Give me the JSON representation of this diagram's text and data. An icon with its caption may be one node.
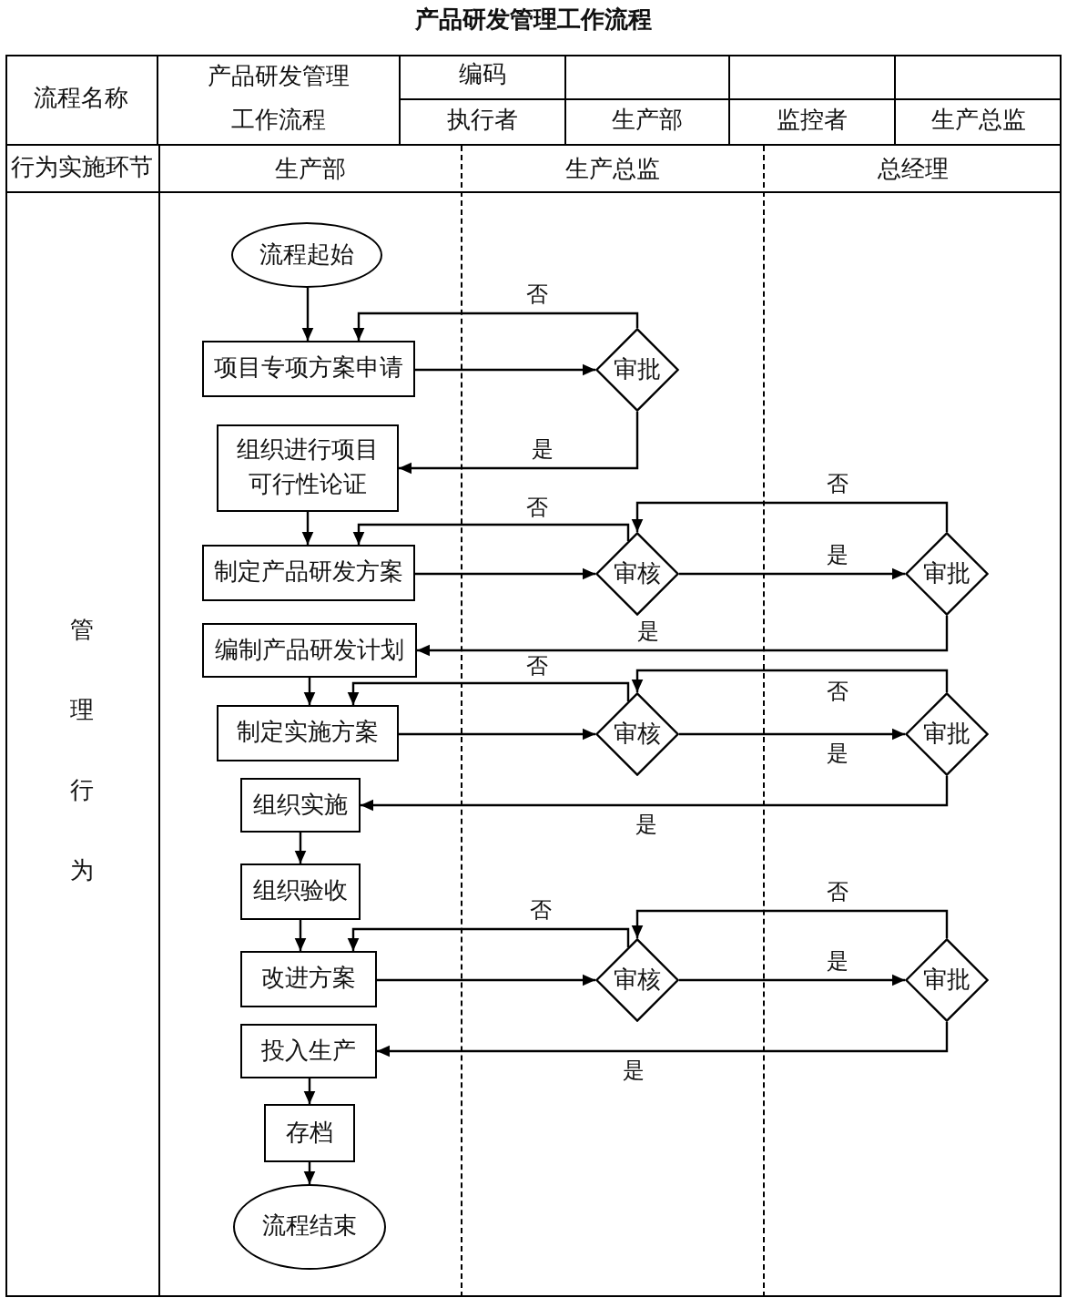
{
  "diagram": {
    "title": "产品研发管理工作流程",
    "nodes": [
      {
        "text": [
          "生产部"
        ]
      },
      {
        "text": [
          "生产总监"
        ]
      },
      {
        "text": [
          "总经理"
        ]
      },
      {
        "text": [
          "流程起始"
        ],
        "in": 0
      },
      {
        "text": [
          "项目专项方案申请"
        ],
        "in": 0
      },
      {
        "text": [
          "审批"
        ],
        "in": 1
      },
      {
        "text": [
          "组织进行项目可行性论证"
        ],
        "in": 0
      },
      {
        "text": [
          "制定产品研发方案"
        ],
        "in": 0
      },
      {
        "text": [
          "审核"
        ],
        "in": 1
      },
      {
        "text": [
          "审批"
        ],
        "in": 2
      },
      {
        "text": [
          "编制产品研发计划"
        ],
        "in": 0
      },
      {
        "text": [
          "制定实施方案"
        ],
        "in": 0
      },
      {
        "text": [
          "审核"
        ],
        "in": 1
      },
      {
        "text": [
          "审批"
        ],
        "in": 2
      },
      {
        "text": [
          "组织实施"
        ],
        "in": 0
      },
      {
        "text": [
          "组织验收"
        ],
        "in": 0
      },
      {
        "text": [
          "改进方案"
        ],
        "in": 0
      },
      {
        "text": [
          "审核"
        ],
        "in": 1
      },
      {
        "text": [
          "审批"
        ],
        "in": 2
      },
      {
        "text": [
          "投入生产"
        ],
        "in": 0
      },
      {
        "text": [
          "存档"
        ],
        "in": 0
      },
      {
        "text": [
          "流程结束"
        ],
        "in": 0
      }
    ],
    "edges": [
      {
        "from": 3,
        "to": 4,
        "arrow": "to"
      },
      {
        "from": 4,
        "to": 5,
        "arrow": "to"
      },
      {
        "from": 5,
        "to": 4,
        "arrow": "to",
        "label": "否"
      },
      {
        "from": 5,
        "to": 6,
        "arrow": "to",
        "label": "是"
      },
      {
        "from": 6,
        "to": 7,
        "arrow": "to"
      },
      {
        "from": 7,
        "to": 8,
        "arrow": "to"
      },
      {
        "from": 8,
        "to": 7,
        "arrow": "to",
        "label": "否"
      },
      {
        "from": 8,
        "to": 9,
        "arrow": "to",
        "label": "是"
      },
      {
        "from": 9,
        "to": 8,
        "arrow": "to",
        "label": "否"
      },
      {
        "from": 9,
        "to": 10,
        "arrow": "to",
        "label": "是"
      },
      {
        "from": 10,
        "to": 11,
        "arrow": "to"
      },
      {
        "from": 11,
        "to": 12,
        "arrow": "to"
      },
      {
        "from": 12,
        "to": 11,
        "arrow": "to",
        "label": "否"
      },
      {
        "from": 12,
        "to": 13,
        "arrow": "to",
        "label": "是"
      },
      {
        "from": 13,
        "to": 12,
        "arrow": "to",
        "label": "否"
      },
      {
        "from": 13,
        "to": 14,
        "arrow": "to",
        "label": "是"
      },
      {
        "from": 14,
        "to": 15,
        "arrow": "to"
      },
      {
        "from": 15,
        "to": 16,
        "arrow": "to"
      },
      {
        "from": 16,
        "to": 17,
        "arrow": "to"
      },
      {
        "from": 17,
        "to": 16,
        "arrow": "to",
        "label": "否"
      },
      {
        "from": 17,
        "to": 18,
        "arrow": "to",
        "label": "是"
      },
      {
        "from": 18,
        "to": 17,
        "arrow": "to",
        "label": "否"
      },
      {
        "from": 18,
        "to": 19,
        "arrow": "to",
        "label": "是"
      },
      {
        "from": 19,
        "to": 20,
        "arrow": "to"
      },
      {
        "from": 20,
        "to": 21,
        "arrow": "to"
      }
    ],
    "labels": [
      "流程名称",
      "产品研发管理工作流程",
      "编码",
      "执行者",
      "生产部",
      "监控者",
      "生产总监",
      "行为实施环节",
      "管理行为"
    ]
  }
}
